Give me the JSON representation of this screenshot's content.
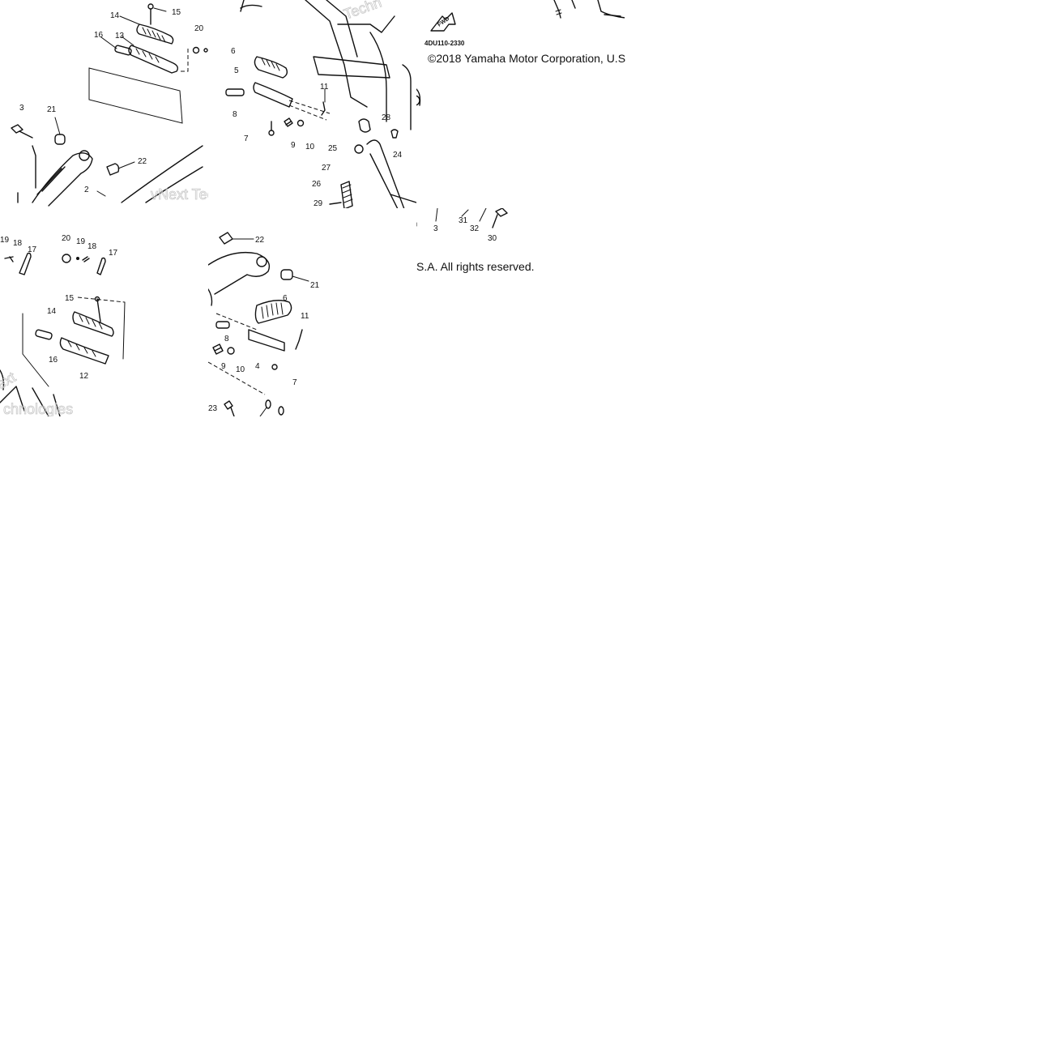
{
  "diagram": {
    "figure_code": "4DU110-2330",
    "fwd_arrow_label": "FWD",
    "copyright_line_1": "©2018 Yamaha Motor Corporation, U.S",
    "copyright_line_2": "S.A. All rights reserved.",
    "watermark_1": "vNext Tec",
    "watermark_2": "Techn",
    "watermark_3": "chnologies",
    "watermark_4": "ext",
    "callouts": {
      "t1": [
        "14",
        "15",
        "16",
        "13",
        "20",
        "3",
        "21",
        "22",
        "2"
      ],
      "t2": [
        "6",
        "5",
        "8",
        "11",
        "7",
        "9",
        "10",
        "28",
        "25",
        "24",
        "27",
        "26",
        "29"
      ],
      "t3": [
        "3",
        "31",
        "32",
        "30"
      ],
      "t4": [
        "19",
        "18",
        "17",
        "20",
        "19",
        "18",
        "17",
        "15",
        "14",
        "16",
        "12"
      ],
      "t5": [
        "22",
        "21",
        "6",
        "11",
        "8",
        "9",
        "10",
        "4",
        "7",
        "23"
      ]
    }
  }
}
